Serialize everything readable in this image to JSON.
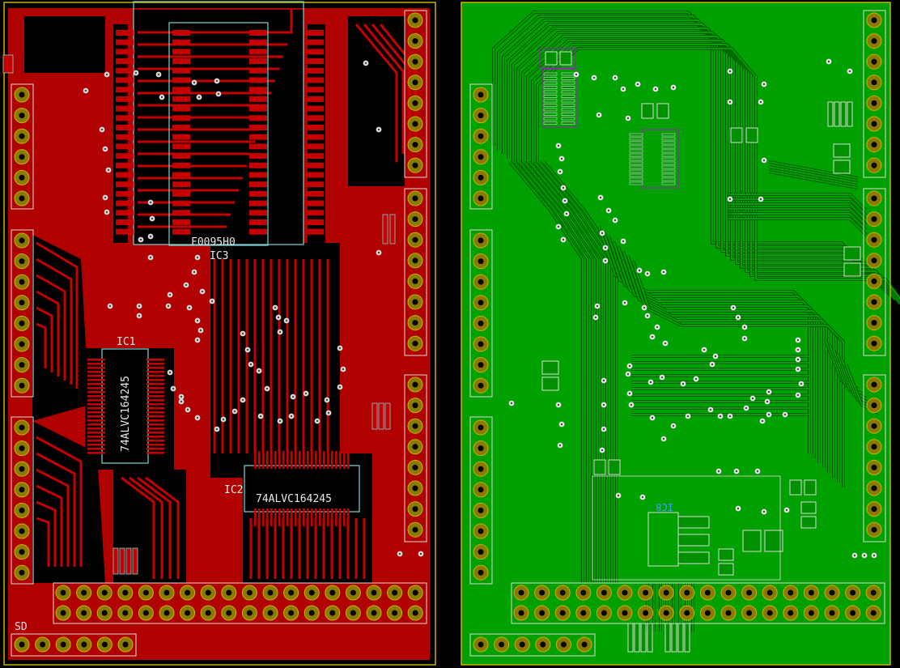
{
  "views": {
    "top": {
      "copper_color": "#b00000",
      "trace_color": "#c40000",
      "void_color": "#000000",
      "labels": {
        "ic3_part": "F0095H0",
        "ic3_ref": "IC3",
        "ic1_ref": "IC1",
        "ic1_part": "74ALVC164245",
        "ic2_ref": "IC2",
        "ic2_part": "74ALVC164245",
        "sd_label": "SD"
      }
    },
    "bottom": {
      "copper_color": "#00a000",
      "trace_color": "#008400",
      "void_color": "#000000",
      "labels": {
        "mirrored_ref": "IC8"
      }
    }
  },
  "colors": {
    "board_outline": "#c8b400",
    "pad": "#9a8a00",
    "via": "#d8d8d8",
    "courtyard": "#7fd4d4",
    "silkscreen": "#e8e8e8",
    "bottom_silk": "#a020c0"
  }
}
